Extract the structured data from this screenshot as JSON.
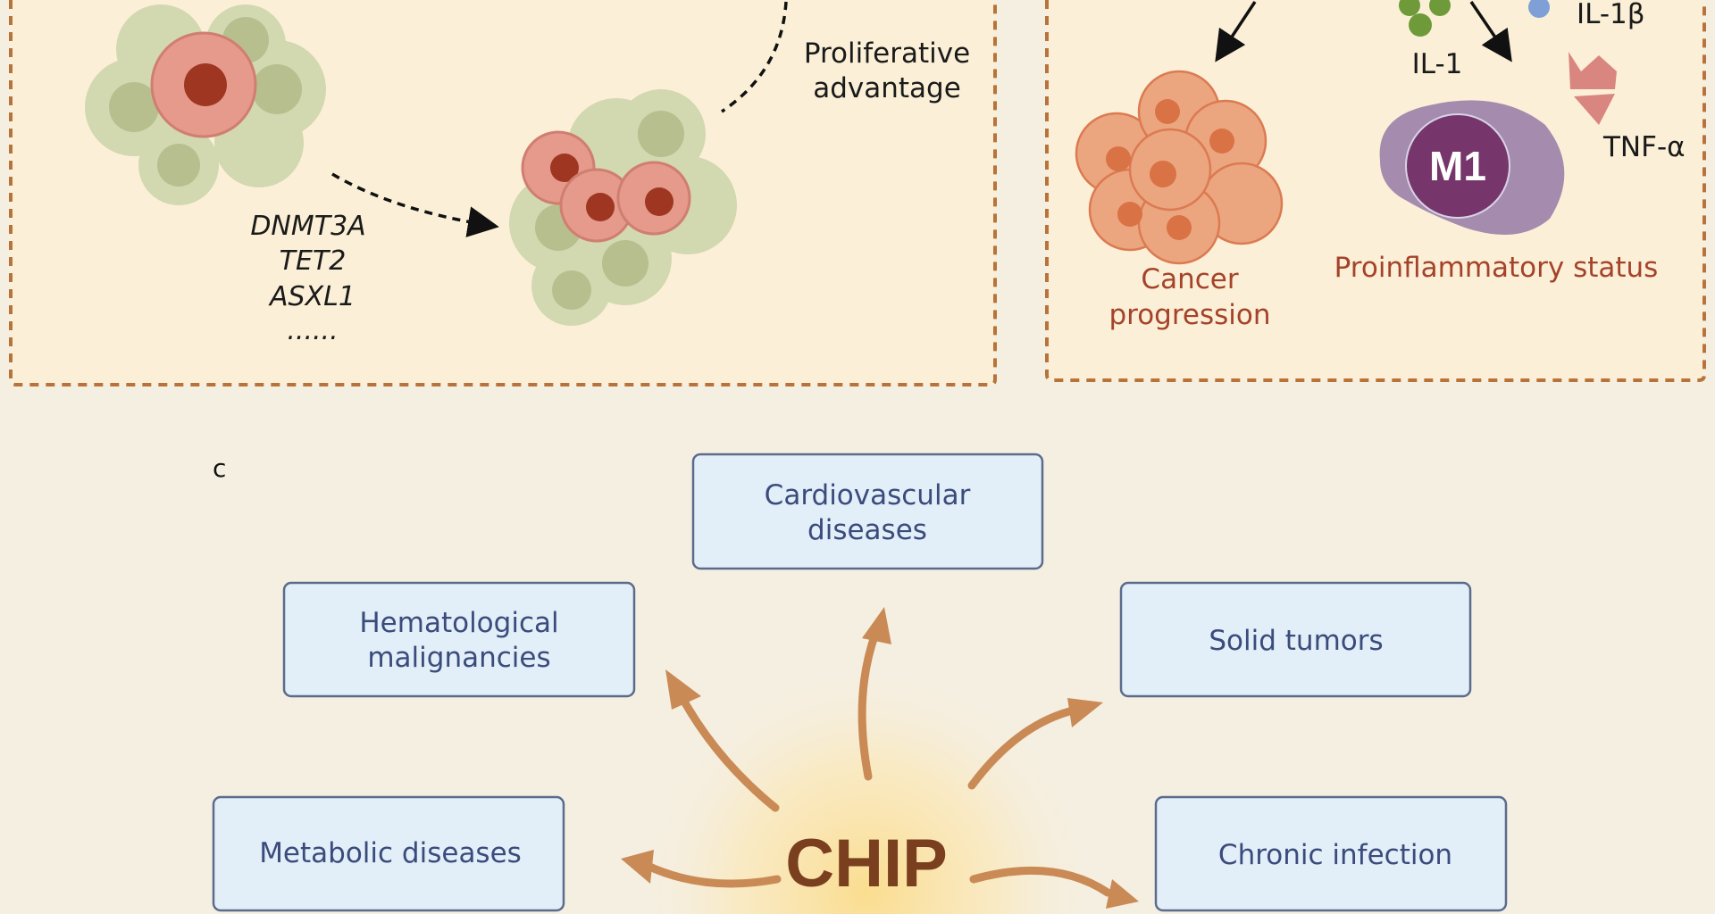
{
  "panel_b_left": {
    "arrow_label": [
      "Proliferative",
      "advantage"
    ],
    "genes": [
      "DNMT3A",
      "TET2",
      "ASXL1",
      "......"
    ]
  },
  "panel_b_right": {
    "cytokines": {
      "il1": "IL-1",
      "il1b": "IL-1β",
      "tnf": "TNF-α"
    },
    "macrophage_label": "M1",
    "outcomes": {
      "cancer": [
        "Cancer",
        "progression"
      ],
      "inflammation": "Proinflammatory status"
    }
  },
  "panel_c": {
    "panel_label": "c",
    "center_label": "CHIP",
    "diseases": {
      "cardiovascular": [
        "Cardiovascular",
        "diseases"
      ],
      "hematological": [
        "Hematological",
        "malignancies"
      ],
      "solid_tumors": "Solid tumors",
      "metabolic": "Metabolic diseases",
      "chronic_infection": "Chronic infection"
    }
  },
  "colors": {
    "panel_fill": "#fbf0d7",
    "panel_border": "#b8733a",
    "box_fill": "#e2eff8",
    "arrow": "#c98a55",
    "outcome_text": "#a4432a"
  }
}
